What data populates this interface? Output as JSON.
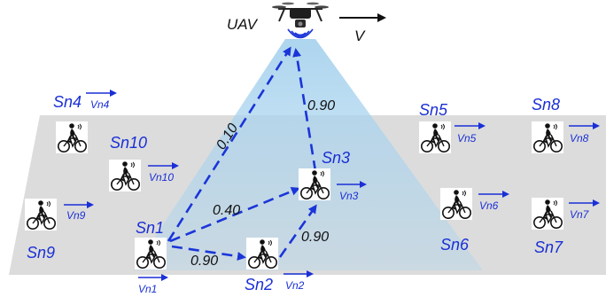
{
  "uav": {
    "label": "UAV",
    "velocity_label": "V"
  },
  "sensors": [
    {
      "id": "Sn1",
      "vel": "Vn1"
    },
    {
      "id": "Sn2",
      "vel": "Vn2"
    },
    {
      "id": "Sn3",
      "vel": "Vn3"
    },
    {
      "id": "Sn4",
      "vel": "Vn4"
    },
    {
      "id": "Sn5",
      "vel": "Vn5"
    },
    {
      "id": "Sn6",
      "vel": "Vn6"
    },
    {
      "id": "Sn7",
      "vel": "Vn7"
    },
    {
      "id": "Sn8",
      "vel": "Vn8"
    },
    {
      "id": "Sn9",
      "vel": "Vn9"
    },
    {
      "id": "Sn10",
      "vel": "Vn10"
    }
  ],
  "links": [
    {
      "from": "Sn1",
      "to": "UAV",
      "weight": "0.10"
    },
    {
      "from": "Sn1",
      "to": "Sn3",
      "weight": "0.40"
    },
    {
      "from": "Sn1",
      "to": "Sn2",
      "weight": "0.90"
    },
    {
      "from": "Sn2",
      "to": "Sn3",
      "weight": "0.90"
    },
    {
      "from": "Sn3",
      "to": "UAV",
      "weight": "0.90"
    }
  ],
  "colors": {
    "label": "#1a2fd6",
    "link": "#1a35d8",
    "band": "#dcdcdc",
    "beam": "#aed6ee"
  }
}
